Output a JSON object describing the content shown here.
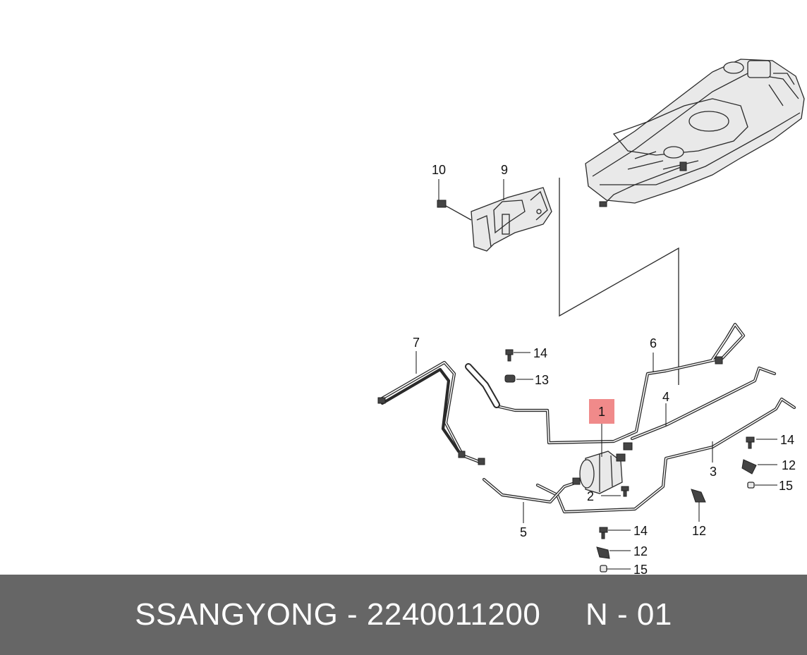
{
  "callouts": [
    {
      "id": "c10",
      "text": "10"
    },
    {
      "id": "c9",
      "text": "9"
    },
    {
      "id": "c7",
      "text": "7"
    },
    {
      "id": "c6",
      "text": "6"
    },
    {
      "id": "c4",
      "text": "4"
    },
    {
      "id": "c1",
      "text": "1"
    },
    {
      "id": "c14a",
      "text": "14"
    },
    {
      "id": "c13",
      "text": "13"
    },
    {
      "id": "c14b",
      "text": "14"
    },
    {
      "id": "c12a",
      "text": "12"
    },
    {
      "id": "c15a",
      "text": "15"
    },
    {
      "id": "c3",
      "text": "3"
    },
    {
      "id": "c2",
      "text": "2"
    },
    {
      "id": "c5",
      "text": "5"
    },
    {
      "id": "c12b",
      "text": "12"
    },
    {
      "id": "c14c",
      "text": "14"
    },
    {
      "id": "c12c",
      "text": "12"
    },
    {
      "id": "c15b",
      "text": "15"
    }
  ],
  "highlight_color": "#f08a8a",
  "footer": {
    "text": "SSANGYONG - 2240011200     N - 01",
    "background": "#666666",
    "color": "#ffffff"
  }
}
